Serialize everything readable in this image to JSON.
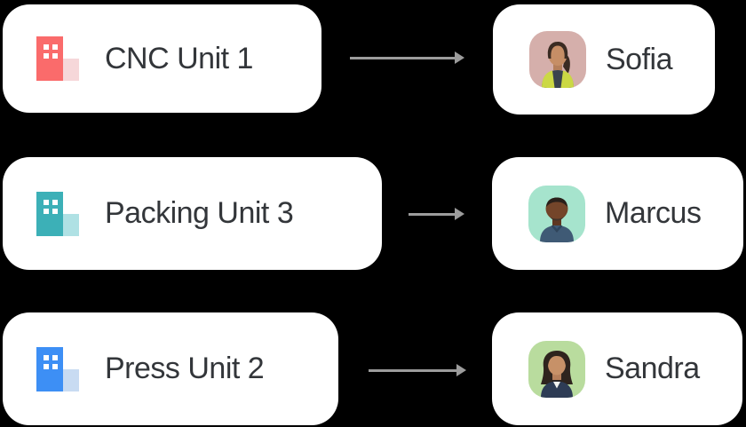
{
  "colors": {
    "background": "#000000",
    "card": "#FFFFFF",
    "text": "#33363A",
    "arrow": "#9C9C9C"
  },
  "rows": [
    {
      "unit": {
        "label": "CNC Unit 1",
        "icon": "building-icon",
        "icon_color": "#FA6B6B",
        "icon_color_light": "#F6D7D9"
      },
      "person": {
        "name": "Sofia",
        "avatar": "sofia-avatar",
        "avatar_bg": "#D5AFAB"
      }
    },
    {
      "unit": {
        "label": "Packing Unit 3",
        "icon": "building-icon",
        "icon_color": "#3CB0B7",
        "icon_color_light": "#AFE1E4"
      },
      "person": {
        "name": "Marcus",
        "avatar": "marcus-avatar",
        "avatar_bg": "#A6E4CD"
      }
    },
    {
      "unit": {
        "label": "Press Unit 2",
        "icon": "building-icon",
        "icon_color": "#3D8FF5",
        "icon_color_light": "#C8DBF2"
      },
      "person": {
        "name": "Sandra",
        "avatar": "sandra-avatar",
        "avatar_bg": "#B9DC9E"
      }
    }
  ]
}
